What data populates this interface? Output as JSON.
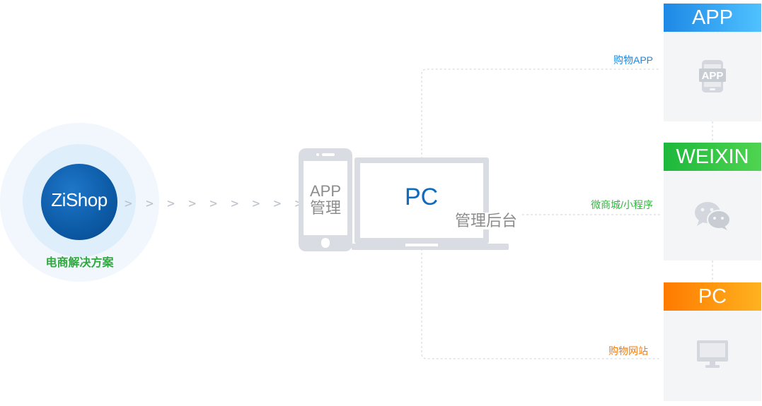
{
  "hub": {
    "name": "ZiShop",
    "subtitle": "电商解决方案",
    "arrows": "> > > > > > > > > > > > >"
  },
  "admin": {
    "app_label_line1": "APP",
    "app_label_line2": "管理",
    "pc_label": "PC",
    "backend_label": "管理后台"
  },
  "channels": [
    {
      "title": "APP",
      "connector_label": "购物APP",
      "icon": "phone-app-icon",
      "color": "#1e88e5"
    },
    {
      "title": "WEIXIN",
      "connector_label": "微商城/小程序",
      "icon": "wechat-icon",
      "color": "#2eb83c"
    },
    {
      "title": "PC",
      "connector_label": "购物网站",
      "icon": "monitor-icon",
      "color": "#ef7d14"
    }
  ],
  "icon_texts": {
    "app_screen": "APP"
  }
}
